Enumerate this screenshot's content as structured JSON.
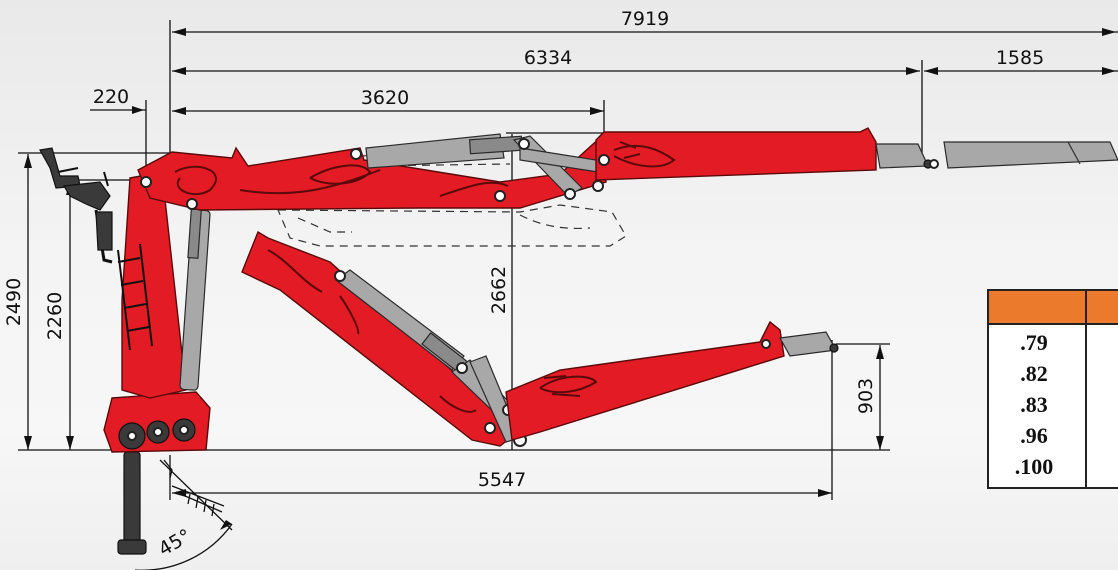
{
  "dimensions": {
    "total_reach": "7919",
    "main_reach": "6334",
    "extension": "1585",
    "offset": "220",
    "inner_boom": "3620",
    "total_height": "2490",
    "pillar_height": "2260",
    "folded_height": "2662",
    "low_height": "903",
    "folded_reach": "5547",
    "angle": "45°"
  },
  "model_table": {
    "header": [
      "",
      ""
    ],
    "models": [
      ".79",
      ".82",
      ".83",
      ".96",
      ".100"
    ]
  },
  "colors": {
    "boom": "#e21b24",
    "cylinder": "#8a8a8a",
    "table_header": "#ec7a2c"
  }
}
